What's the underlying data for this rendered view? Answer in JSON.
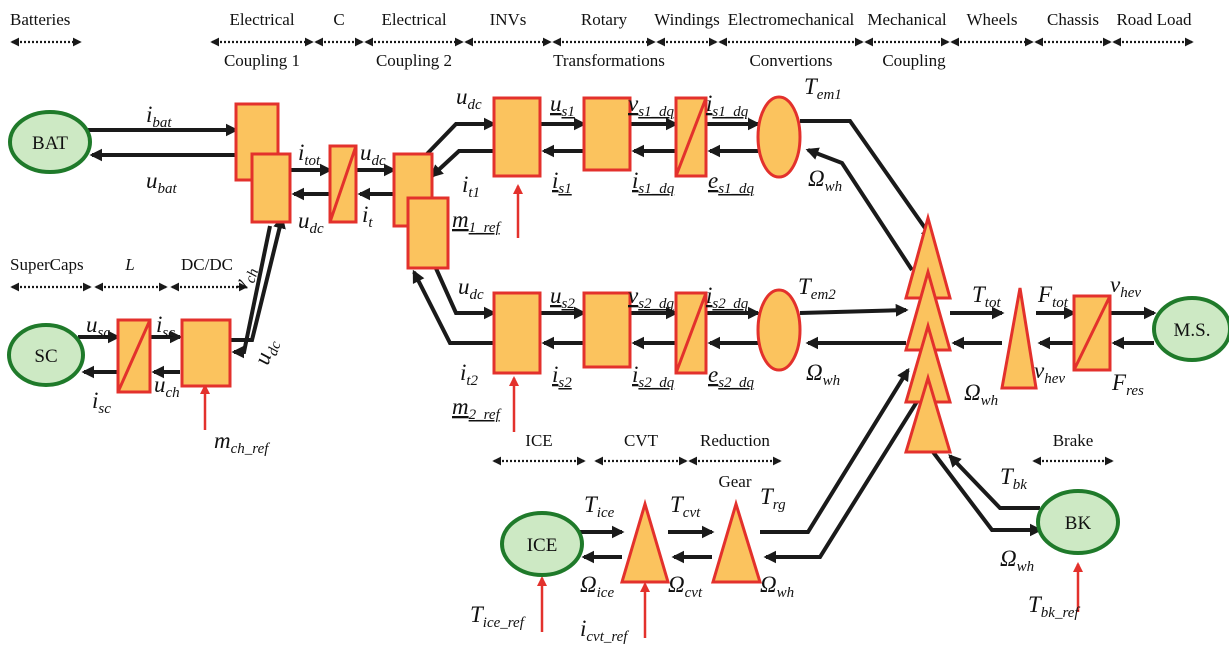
{
  "headers": {
    "batteries": "Batteries",
    "electrical_coupling_1": [
      "Electrical",
      "Coupling 1"
    ],
    "capacitor": "C",
    "electrical_coupling_2": [
      "Electrical",
      "Coupling 2"
    ],
    "invs": "INVs",
    "rotary_transformations": [
      "Rotary",
      "Transformations"
    ],
    "windings": "Windings",
    "electromechanical_convertions": [
      "Electromechanical",
      "Convertions"
    ],
    "mechanical_coupling": [
      "Mechanical",
      "Coupling"
    ],
    "wheels": "Wheels",
    "chassis": "Chassis",
    "road_load": "Road Load",
    "supercaps": "SuperCaps",
    "inductor": "L",
    "dcdc": "DC/DC",
    "ice": "ICE",
    "cvt": "CVT",
    "reduction_gear": [
      "Reduction",
      "Gear"
    ],
    "brake": "Brake"
  },
  "sources": {
    "bat": "BAT",
    "sc": "SC",
    "ice": "ICE",
    "bk": "BK",
    "ms": "M.S."
  },
  "vars": {
    "i_bat": [
      "i",
      "bat"
    ],
    "u_bat": [
      "u",
      "bat"
    ],
    "i_tot": [
      "i",
      "tot"
    ],
    "u_dc_a": [
      "u",
      "dc"
    ],
    "u_dc_b": [
      "u",
      "dc"
    ],
    "i_t": [
      "i",
      "t"
    ],
    "u_dc_c": [
      "u",
      "dc"
    ],
    "i_t1": [
      "i",
      "t1"
    ],
    "m1_ref": [
      "m",
      "1_ref"
    ],
    "u_s1": [
      "u",
      "s1"
    ],
    "i_s1": [
      "i",
      "s1"
    ],
    "v_s1_dq": [
      "v",
      "s1_dq"
    ],
    "i_s1_dq_a": [
      "i",
      "s1_dq"
    ],
    "i_s1_dq_b": [
      "i",
      "s1_dq"
    ],
    "e_s1_dq": [
      "e",
      "s1_dq"
    ],
    "t_em1": [
      "T",
      "em1"
    ],
    "omega_wh_1": [
      "Ω",
      "wh"
    ],
    "u_dc_d": [
      "u",
      "dc"
    ],
    "i_t2": [
      "i",
      "t2"
    ],
    "m2_ref": [
      "m",
      "2_ref"
    ],
    "u_s2": [
      "u",
      "s2"
    ],
    "i_s2": [
      "i",
      "s2"
    ],
    "v_s2_dq": [
      "v",
      "s2_dq"
    ],
    "i_s2_dq_a": [
      "i",
      "s2_dq"
    ],
    "i_s2_dq_b": [
      "i",
      "s2_dq"
    ],
    "e_s2_dq": [
      "e",
      "s2_dq"
    ],
    "t_em2": [
      "T",
      "em2"
    ],
    "omega_wh_2": [
      "Ω",
      "wh"
    ],
    "t_tot": [
      "T",
      "tot"
    ],
    "f_tot": [
      "F",
      "tot"
    ],
    "v_hev_a": [
      "v",
      "hev"
    ],
    "v_hev_b": [
      "v",
      "hev"
    ],
    "omega_wh_3": [
      "Ω",
      "wh"
    ],
    "f_res": [
      "F",
      "res"
    ],
    "u_sc": [
      "u",
      "sc"
    ],
    "i_sc_a": [
      "i",
      "sc"
    ],
    "i_sc_b": [
      "i",
      "sc"
    ],
    "u_ch": [
      "u",
      "ch"
    ],
    "v_ch": [
      "v",
      "ch"
    ],
    "u_dc_vert": [
      "u",
      "dc"
    ],
    "m_ch_ref": [
      "m",
      "ch_ref"
    ],
    "t_ice": [
      "T",
      "ice"
    ],
    "t_cvt": [
      "T",
      "cvt"
    ],
    "t_rg": [
      "T",
      "rg"
    ],
    "omega_ice": [
      "Ω",
      "ice"
    ],
    "omega_cvt": [
      "Ω",
      "cvt"
    ],
    "omega_wh_4": [
      "Ω",
      "wh"
    ],
    "t_ice_ref": [
      "T",
      "ice_ref"
    ],
    "i_cvt_ref": [
      "i",
      "cvt_ref"
    ],
    "t_bk": [
      "T",
      "bk"
    ],
    "omega_wh_5": [
      "Ω",
      "wh"
    ],
    "t_bk_ref": [
      "T",
      "bk_ref"
    ]
  },
  "colors": {
    "block_fill": "#fbc35e",
    "block_stroke": "#e3312c",
    "source_fill": "#cde9c4",
    "source_stroke": "#1f7a2a",
    "arrow": "#1a1a1a"
  }
}
